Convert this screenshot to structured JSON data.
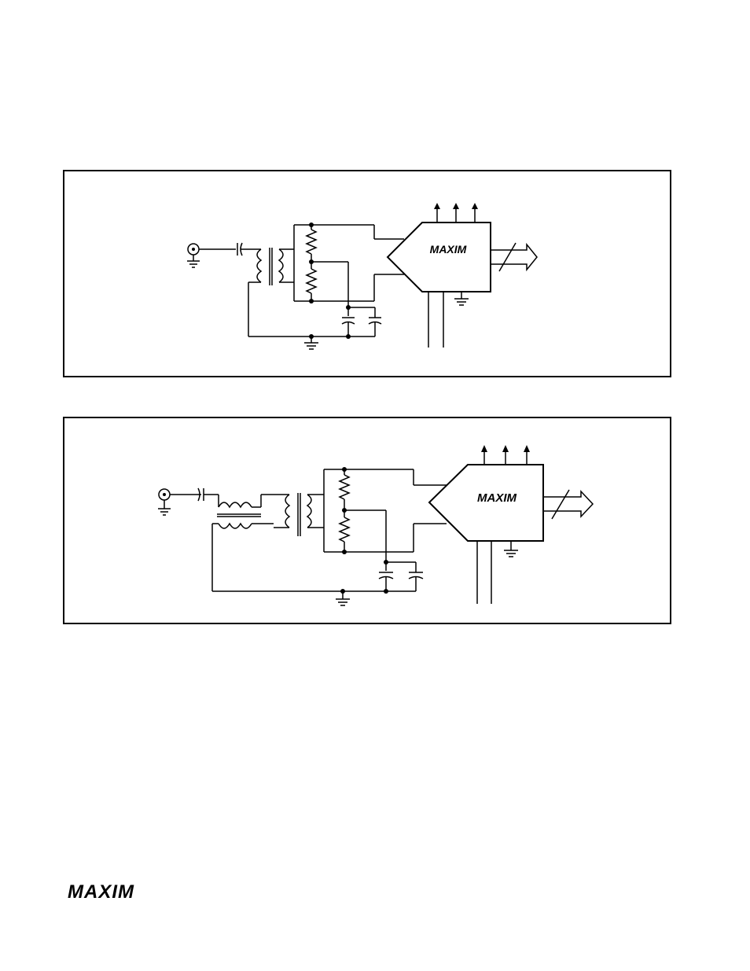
{
  "brand": {
    "logo_text": "MAXIM",
    "footer_logo_text": "MAXIM"
  },
  "figures": [
    {
      "id": "figure-1",
      "chip_label": "MAXIM"
    },
    {
      "id": "figure-2",
      "chip_label": "MAXIM"
    }
  ],
  "icons": [
    "bnc-connector-icon",
    "capacitor-icon",
    "transformer-icon",
    "resistor-icon",
    "ground-icon",
    "adc-chip-icon",
    "bus-arrow-icon",
    "pin-arrow-icon"
  ]
}
